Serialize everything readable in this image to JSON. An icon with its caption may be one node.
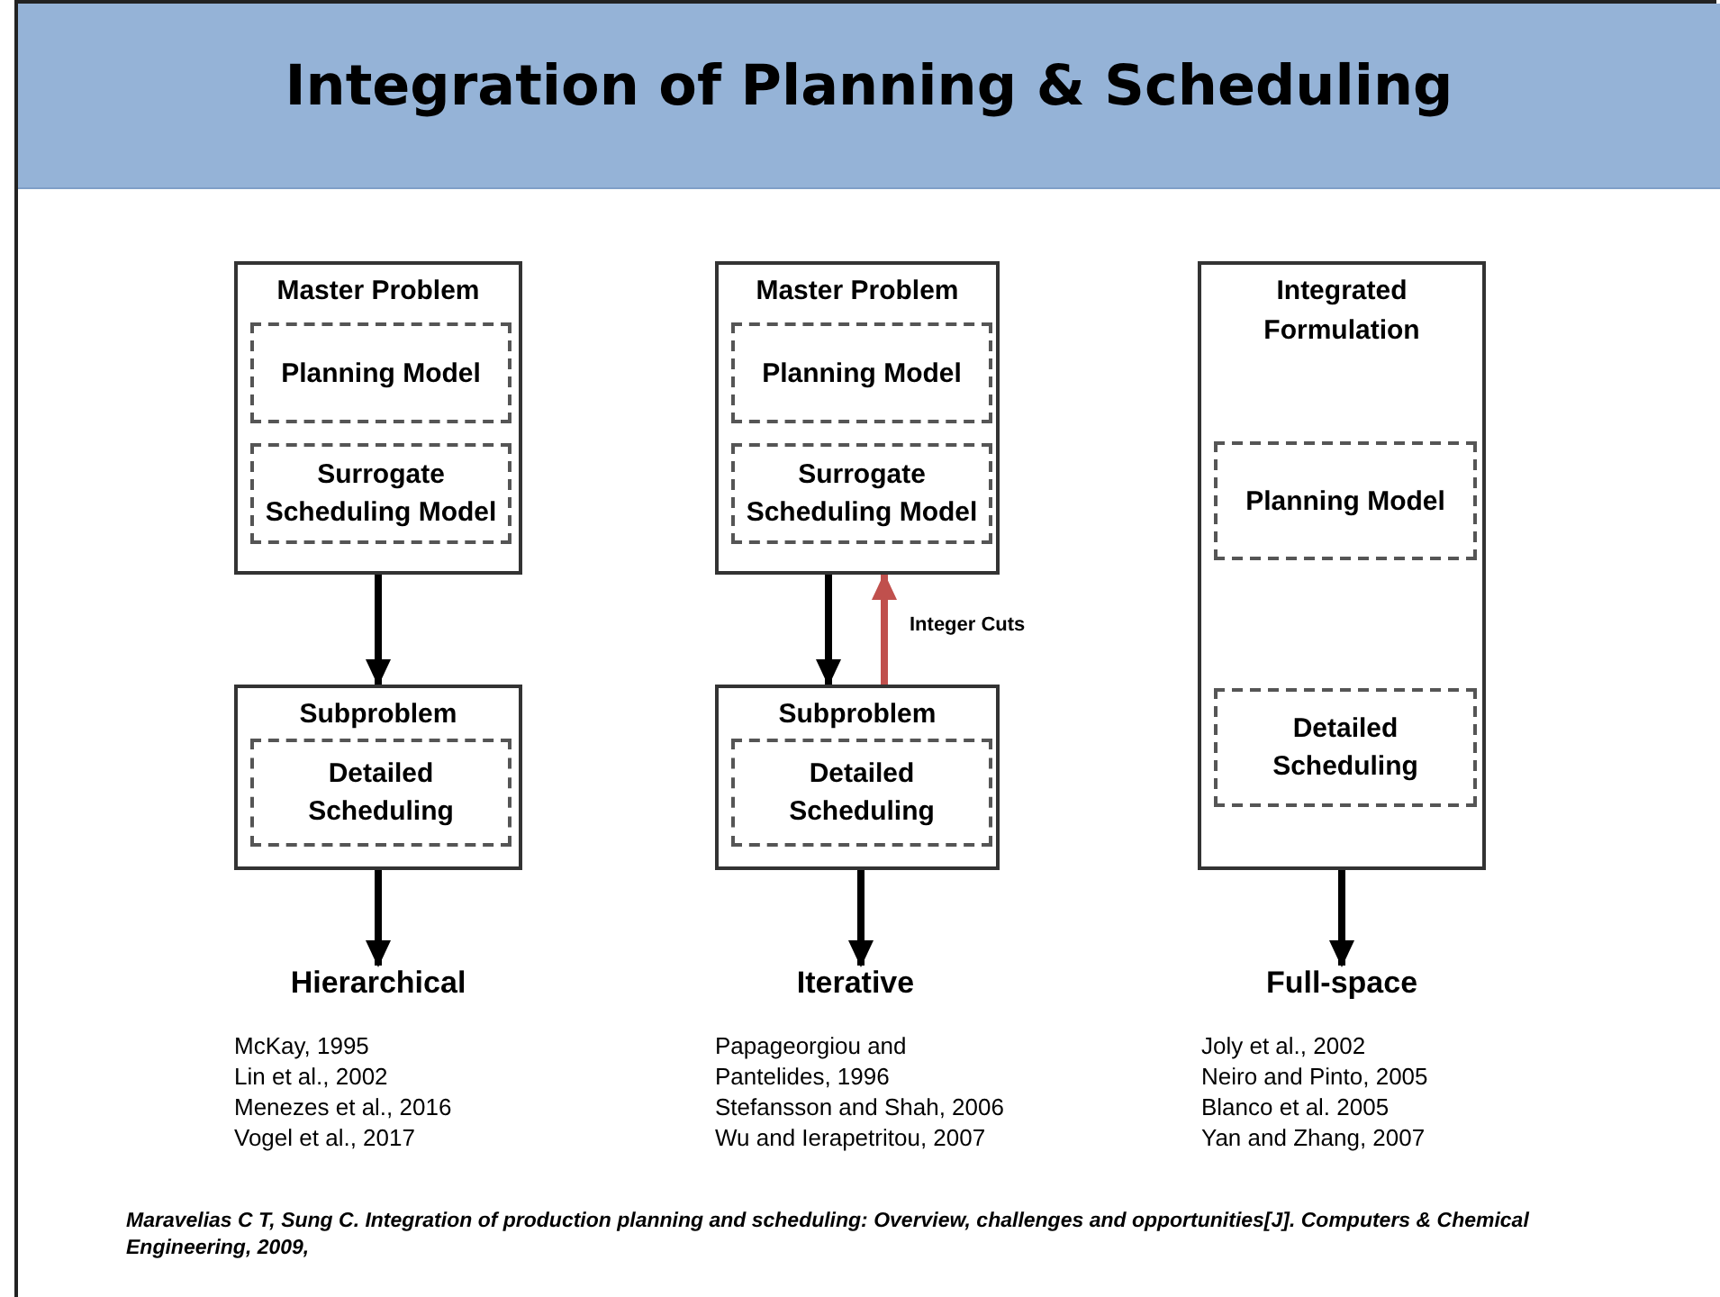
{
  "diagram": {
    "title": "Integration of Planning & Scheduling",
    "nodes": [
      {
        "text": [
          "Master Problem"
        ]
      },
      {
        "text": [
          "Planning Model"
        ],
        "in": 0
      },
      {
        "text": [
          "Surrogate Scheduling Model"
        ],
        "in": 0
      },
      {
        "text": [
          "Subproblem"
        ]
      },
      {
        "text": [
          "Detailed Scheduling"
        ],
        "in": 3
      },
      {
        "text": [
          "Hierarchical"
        ]
      },
      {
        "text": [
          "Master Problem"
        ]
      },
      {
        "text": [
          "Planning Model"
        ],
        "in": 6
      },
      {
        "text": [
          "Surrogate Scheduling Model"
        ],
        "in": 6
      },
      {
        "text": [
          "Subproblem"
        ]
      },
      {
        "text": [
          "Detailed Scheduling"
        ],
        "in": 9
      },
      {
        "text": [
          "Iterative"
        ]
      },
      {
        "text": [
          "Integrated Formulation"
        ]
      },
      {
        "text": [
          "Planning Model"
        ],
        "in": 12
      },
      {
        "text": [
          "Detailed Scheduling"
        ],
        "in": 12
      },
      {
        "text": [
          "Full-space"
        ]
      }
    ],
    "edges": [
      {
        "from": 0,
        "to": 3,
        "arrow": "to"
      },
      {
        "from": 3,
        "to": 5,
        "arrow": "to"
      },
      {
        "from": 6,
        "to": 9,
        "arrow": "to"
      },
      {
        "from": 9,
        "to": 6,
        "arrow": "to",
        "label": "Integer Cuts",
        "color": "#c0504d"
      },
      {
        "from": 9,
        "to": 11,
        "arrow": "to"
      },
      {
        "from": 12,
        "to": 15,
        "arrow": "to"
      }
    ],
    "labels": [
      "McKay, 1995",
      "Lin et al., 2002",
      "Menezes et al., 2016",
      "Vogel et al., 2017",
      "Papageorgiou and Pantelides, 1996",
      "Stefansson and Shah, 2006",
      "Wu and Ierapetritou, 2007",
      "Joly et al., 2002",
      "Neiro and Pinto, 2005",
      "Blanco et al. 2005",
      "Yan and Zhang, 2007"
    ],
    "caption": "Maravelias C T, Sung C. Integration of production planning and scheduling: Overview, challenges and opportunities[J]. Computers & Chemical Engineering, 2009,"
  }
}
